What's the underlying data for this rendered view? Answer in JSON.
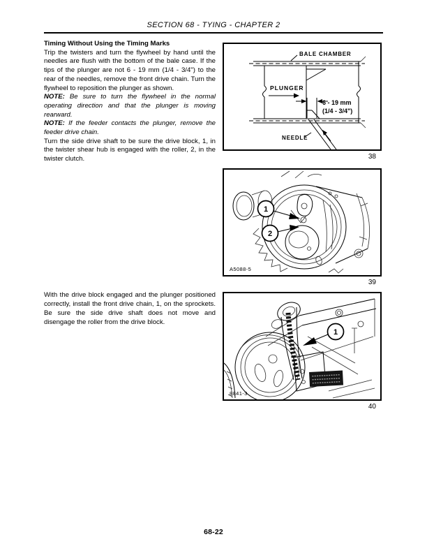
{
  "page": {
    "header": "SECTION 68 - TYING - CHAPTER 2",
    "footer_page_number": "68-22"
  },
  "content": {
    "heading": "Timing Without Using the Timing Marks",
    "para1": "Trip the twisters and turn the flywheel by hand until the needles are flush with the bottom of the bale case. If the tips of the plunger are not 6 - 19 mm (1/4 - 3/4\") to the rear of the needles, remove the front drive chain. Turn the flywheel to reposition the plunger as shown.",
    "note1_label": "NOTE:",
    "note1_text": "Be sure to turn the flywheel in the normal operating direction and that the plunger is moving rearward.",
    "note2_label": "NOTE:",
    "note2_text": "If the feeder contacts the plunger, remove the feeder drive chain.",
    "para2": "Turn the side drive shaft to be sure the drive block, 1, in the twister shear hub is engaged with the roller, 2, in the twister clutch.",
    "para3": "With the drive block engaged and the plunger positioned correctly, install the front drive chain, 1, on the sprockets. Be sure the side drive shaft does not move and disengage the roller from the drive block."
  },
  "figures": {
    "fig38": {
      "number": "38",
      "labels": {
        "bale_chamber": "BALE CHAMBER",
        "plunger": "PLUNGER",
        "dimension_line1": "6 - 19 mm",
        "dimension_line2": "(1/4 - 3/4\")",
        "needle": "NEEDLE"
      }
    },
    "fig39": {
      "number": "39",
      "photo_id": "A5088-5",
      "callout1": "1",
      "callout2": "2"
    },
    "fig40": {
      "number": "40",
      "photo_id": "8841-3",
      "callout1": "1"
    }
  },
  "colors": {
    "ink": "#000000",
    "paper": "#ffffff"
  }
}
